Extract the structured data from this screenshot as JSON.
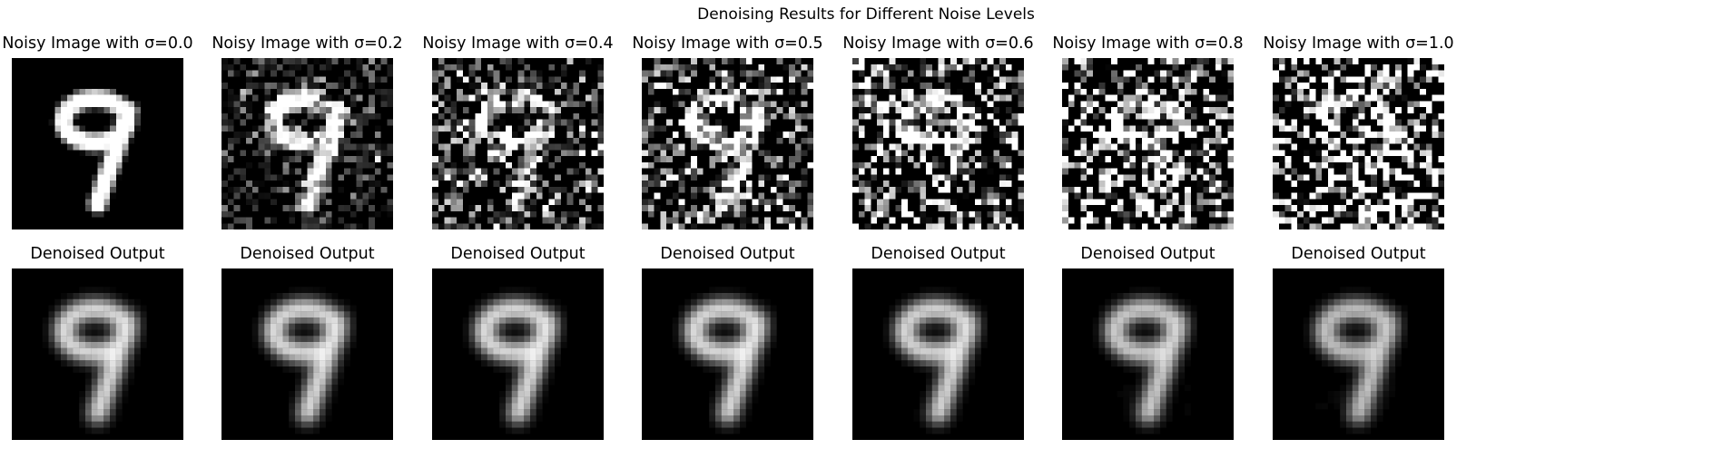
{
  "figure": {
    "suptitle": "Denoising Results for Different Noise Levels",
    "colormap": "gray",
    "digit_shown": "9",
    "noisy_titles": [
      "Noisy Image with σ=0.0",
      "Noisy Image with σ=0.2",
      "Noisy Image with σ=0.4",
      "Noisy Image with σ=0.5",
      "Noisy Image with σ=0.6",
      "Noisy Image with σ=0.8",
      "Noisy Image with σ=1.0"
    ],
    "denoised_titles": [
      "Denoised Output",
      "Denoised Output",
      "Denoised Output",
      "Denoised Output",
      "Denoised Output",
      "Denoised Output",
      "Denoised Output"
    ],
    "sigmas": [
      0.0,
      0.2,
      0.4,
      0.5,
      0.6,
      0.8,
      1.0
    ]
  }
}
